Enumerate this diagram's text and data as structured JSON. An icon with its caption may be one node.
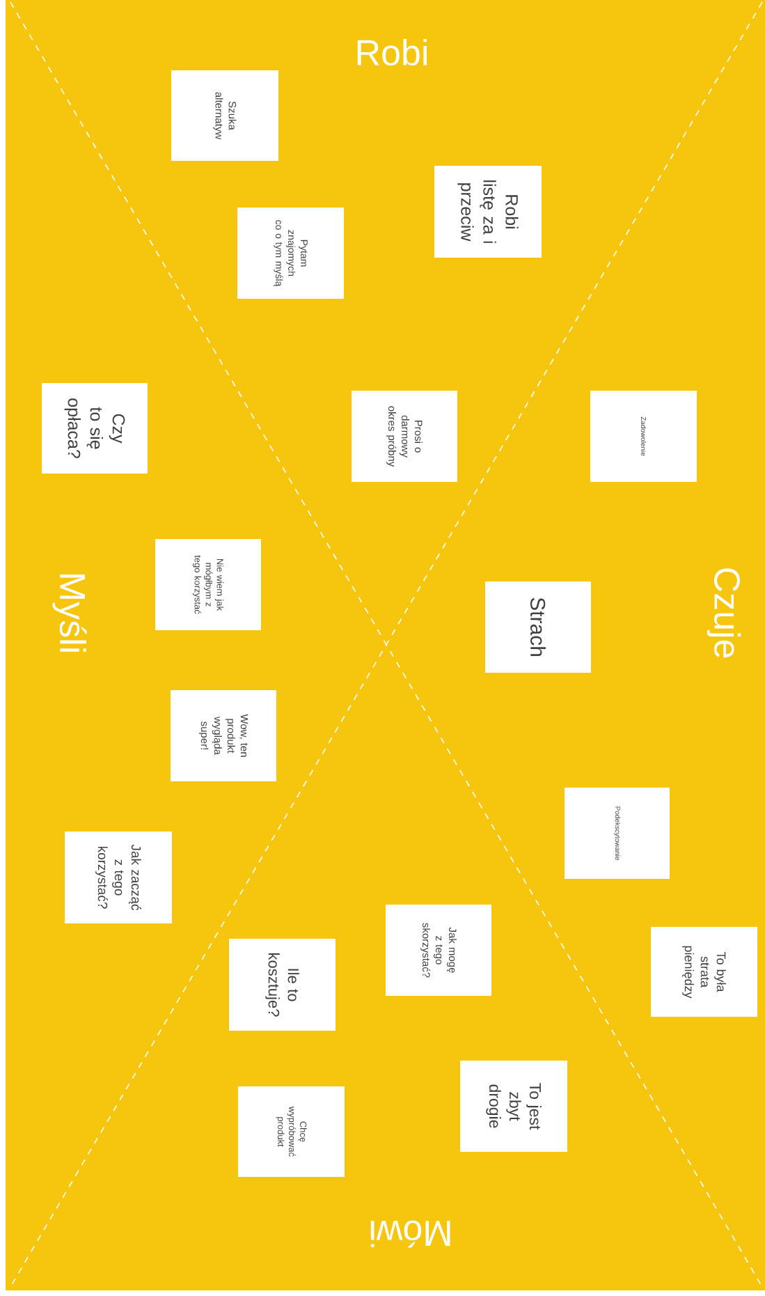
{
  "diagram": {
    "nodes": [
      {
        "text": [
          "Szuka alternatyw"
        ]
      },
      {
        "text": [
          "Robi listę za i przeciw"
        ]
      },
      {
        "text": [
          "Pytam znajomych co o tym myślą"
        ]
      },
      {
        "text": [
          "Czy to się opłaca?"
        ]
      },
      {
        "text": [
          "Prosi o darmowy okres próbny"
        ]
      },
      {
        "text": [
          "Zadowolenie"
        ]
      },
      {
        "text": [
          "Nie wiem jak mógłbym z tego korzystać"
        ]
      },
      {
        "text": [
          "Strach"
        ]
      },
      {
        "text": [
          "Wow, ten produkt wygląda super!"
        ]
      },
      {
        "text": [
          "Podekscytowanie"
        ]
      },
      {
        "text": [
          "Jak zacząć z tego korzystać?"
        ]
      },
      {
        "text": [
          "Jak mogę z tego skorzystać?"
        ]
      },
      {
        "text": [
          "To była strata pieniędzy"
        ]
      },
      {
        "text": [
          "Ile to kosztuje?"
        ]
      },
      {
        "text": [
          "To jest zbyt drogie"
        ]
      },
      {
        "text": [
          "Chcę wypróbować produkt"
        ]
      }
    ],
    "labels": [
      "Robi",
      "Myśli",
      "Czuje",
      "Mówi"
    ]
  }
}
